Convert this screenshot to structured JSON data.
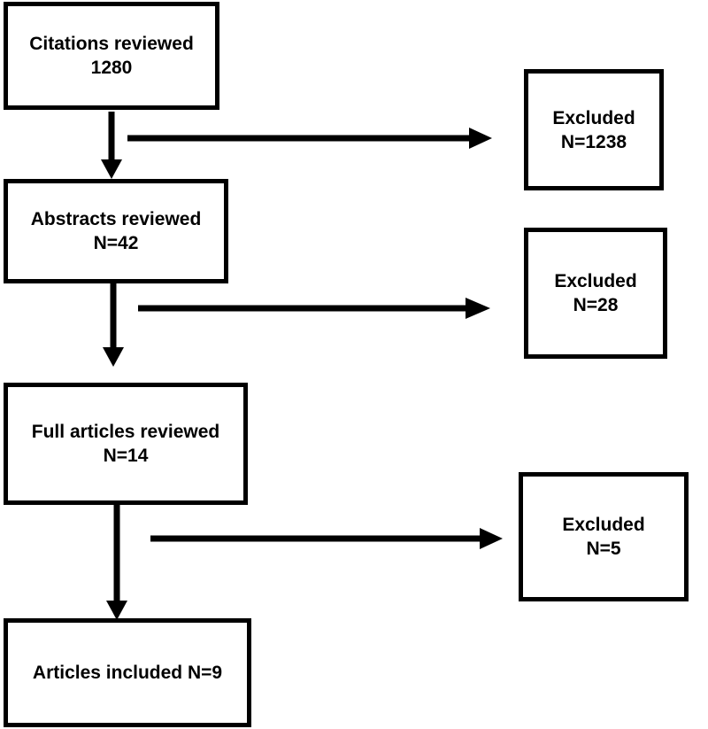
{
  "flow": {
    "boxes": {
      "citations": {
        "line1": "Citations reviewed",
        "line2": "1280"
      },
      "abstracts": {
        "line1": "Abstracts reviewed",
        "line2": "N=42"
      },
      "full_articles": {
        "line1": "Full articles reviewed",
        "line2": "N=14"
      },
      "included": {
        "line1": "Articles included N=9"
      }
    },
    "excluded": {
      "after_citations": {
        "line1": "Excluded",
        "line2": "N=1238"
      },
      "after_abstracts": {
        "line1": "Excluded",
        "line2": "N=28"
      },
      "after_full_articles": {
        "line1": "Excluded",
        "line2": "N=5"
      }
    }
  },
  "colors": {
    "line": "#000000",
    "background": "#ffffff"
  }
}
